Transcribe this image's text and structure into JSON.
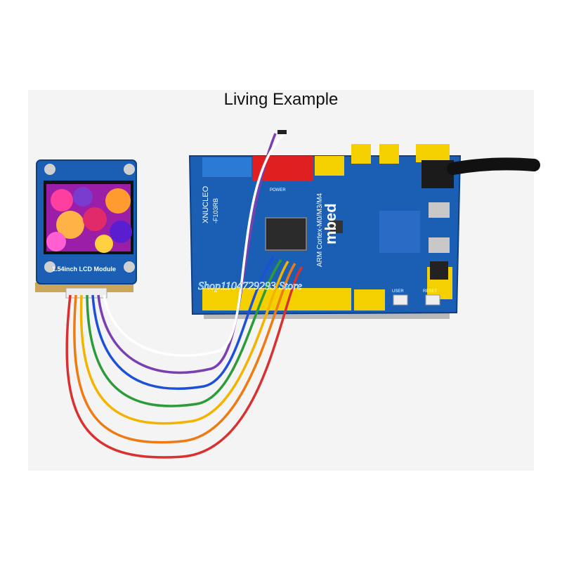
{
  "page": {
    "title": "Living Example"
  },
  "lcd_module": {
    "label": "1.54inch LCD Module"
  },
  "mcu_board": {
    "brand": "mbed",
    "core_text": "ARM Cortex-M0/M3/M4",
    "board_name": "XNUCLEO",
    "model_text": "-F103RB",
    "power_label": "POWER",
    "user_button": "USER",
    "reset_button": "RESET"
  },
  "watermark": {
    "text": "Shop1104729293 Store"
  },
  "colors": {
    "board_blue": "#1a5fb4",
    "header_yellow": "#f5d000",
    "header_red": "#e02020",
    "wire_colors": [
      "#7a3fb0",
      "#1c50d8",
      "#2e9b3a",
      "#f3b400",
      "#f07a12",
      "#d93030",
      "#ffffff",
      "#8a8a8a"
    ]
  }
}
